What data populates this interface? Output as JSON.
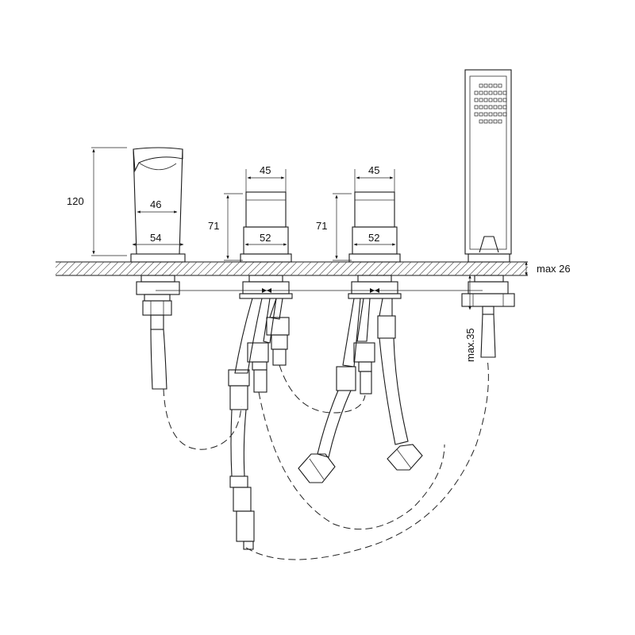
{
  "dimensions": {
    "spout_height": "120",
    "spout_top_width": "46",
    "spout_base_width": "54",
    "valve_left_top": "45",
    "valve_left_height": "71",
    "valve_left_base": "52",
    "valve_right_top": "45",
    "valve_right_height": "71",
    "valve_right_base": "52",
    "deck_thickness": "max 26",
    "handshower_depth": "max.35"
  }
}
